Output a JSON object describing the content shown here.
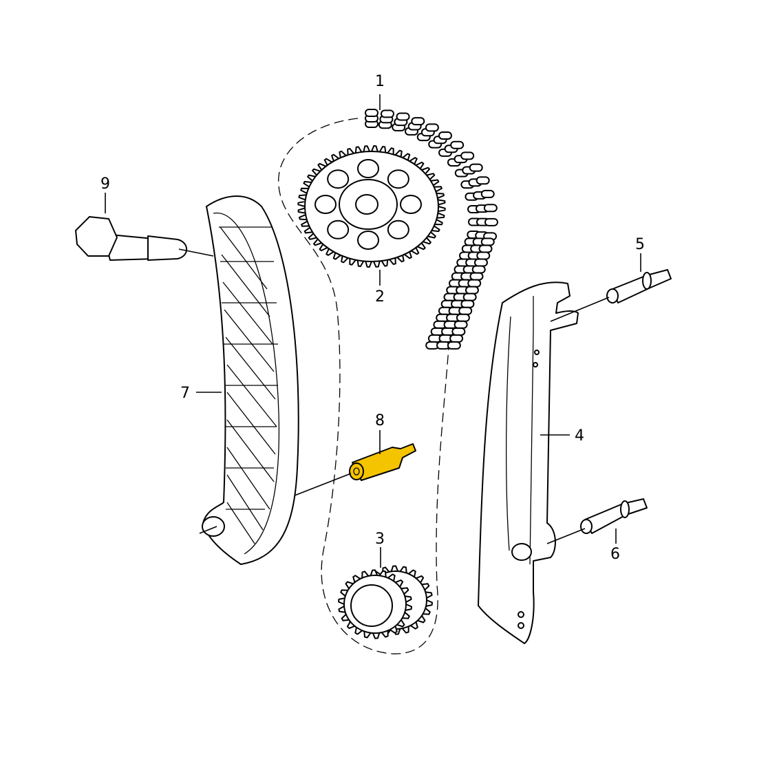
{
  "diagram": {
    "labels": [
      "1",
      "2",
      "3",
      "4",
      "5",
      "6",
      "7",
      "8",
      "9"
    ],
    "highlight_color": "#f5c400",
    "highlighted_part": "8"
  }
}
